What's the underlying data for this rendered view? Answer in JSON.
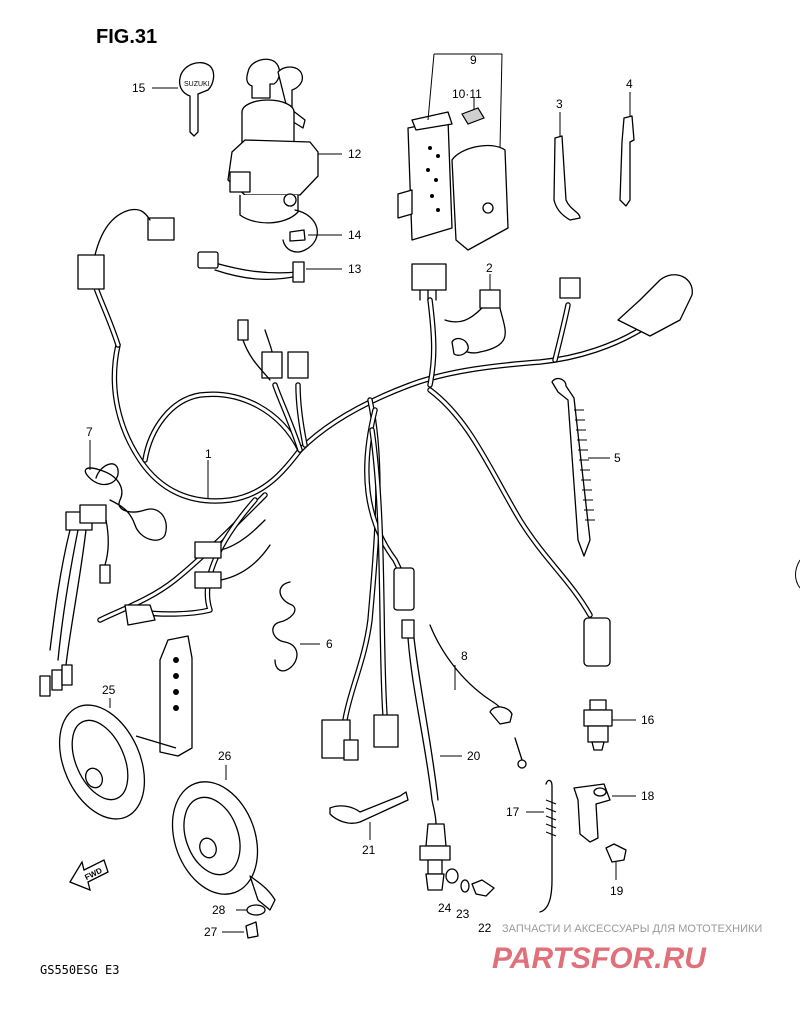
{
  "figure_title": "FIG.31",
  "footer_model": "GS550ESG  E3",
  "fwd_label": "FWD",
  "watermark_text": "ЗАПЧАСТИ И АКСЕССУАРЫ ДЛЯ МОТОТЕХНИКИ",
  "watermark_logo": "PARTSFOR.RU",
  "callouts": [
    "1",
    "2",
    "3",
    "4",
    "5",
    "6",
    "7",
    "8",
    "9",
    "10·11",
    "12",
    "13",
    "14",
    "15",
    "16",
    "17",
    "18",
    "19",
    "20",
    "21",
    "22",
    "23",
    "24",
    "25",
    "26",
    "27",
    "28"
  ]
}
